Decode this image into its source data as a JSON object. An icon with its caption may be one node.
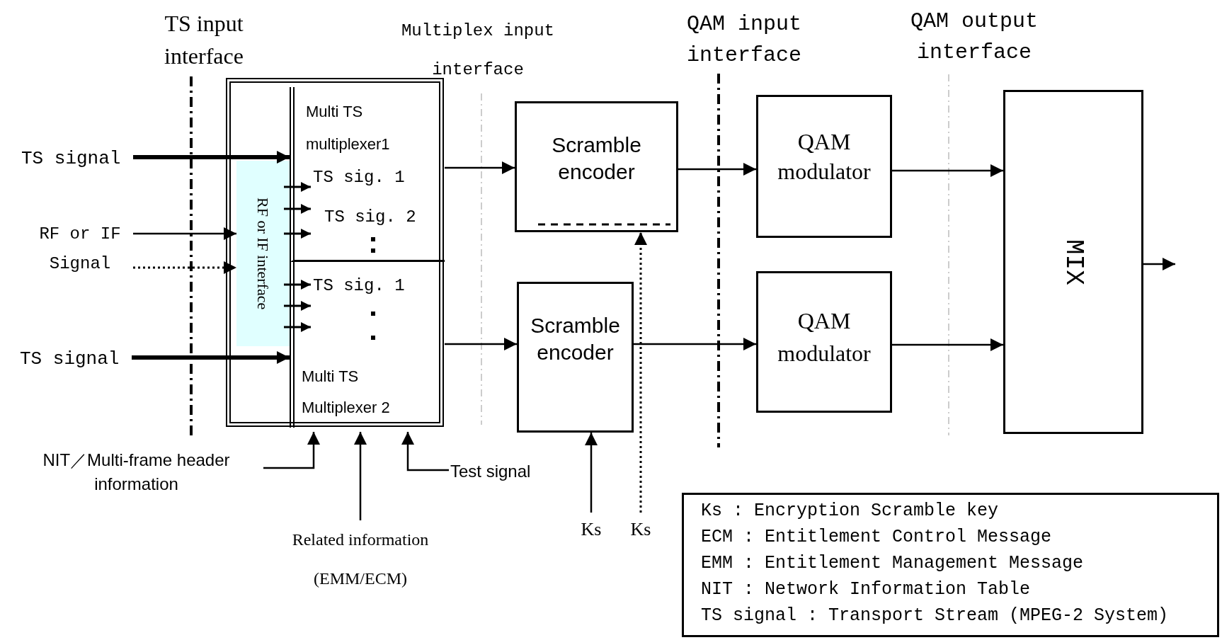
{
  "diagram": {
    "nodes": [
      {
        "text": [],
        "shape": "box"
      },
      {
        "text": [
          "RF or IF interface"
        ],
        "in": 0
      },
      {
        "text": [
          "Multi TS multiplexer1",
          "TS sig. 1",
          "TS sig. 2"
        ],
        "in": 0
      },
      {
        "text": [
          "TS sig. 1",
          "Multi TS Multiplexer 2"
        ],
        "in": 0
      },
      {
        "text": [
          "TS signal"
        ]
      },
      {
        "text": [
          "RF or IF Signal"
        ]
      },
      {
        "text": [
          "TS signal"
        ]
      },
      {
        "text": [
          "Scramble encoder"
        ]
      },
      {
        "text": [
          "Scramble encoder"
        ]
      },
      {
        "text": [
          "QAM modulator"
        ]
      },
      {
        "text": [
          "QAM modulator"
        ]
      },
      {
        "text": [
          "MIX"
        ]
      },
      {
        "text": [
          "NIT／Multi-frame header information"
        ]
      },
      {
        "text": [
          "Related information (EMM/ECM)"
        ]
      },
      {
        "text": [
          "Test signal"
        ]
      },
      {
        "text": [
          "Ks"
        ]
      },
      {
        "text": [
          "Ks"
        ]
      },
      {
        "text": [
          "Ks : Encryption Scramble key",
          "ECM : Entitlement Control Message",
          "EMM : Entitlement Management Message",
          "NIT : Network Information Table",
          "TS signal : Transport Stream (MPEG-2 System)"
        ]
      }
    ],
    "edges": [
      {
        "from": 4,
        "to": 2,
        "arrow": "to",
        "style": "thick"
      },
      {
        "from": 5,
        "to": 1,
        "arrow": "to"
      },
      {
        "from": 5,
        "to": 1,
        "arrow": "to",
        "style": "dashed"
      },
      {
        "from": 6,
        "to": 3,
        "arrow": "to",
        "style": "thick"
      },
      {
        "from": 1,
        "to": 2,
        "arrow": "to"
      },
      {
        "from": 1,
        "to": 2,
        "arrow": "to"
      },
      {
        "from": 1,
        "to": 2,
        "arrow": "to"
      },
      {
        "from": 1,
        "to": 3,
        "arrow": "to"
      },
      {
        "from": 1,
        "to": 3,
        "arrow": "to"
      },
      {
        "from": 1,
        "to": 3,
        "arrow": "to"
      },
      {
        "from": 2,
        "to": 7,
        "arrow": "to"
      },
      {
        "from": 3,
        "to": 8,
        "arrow": "to"
      },
      {
        "from": 7,
        "to": 9,
        "arrow": "to"
      },
      {
        "from": 8,
        "to": 10,
        "arrow": "to"
      },
      {
        "from": 9,
        "to": 11,
        "arrow": "to"
      },
      {
        "from": 10,
        "to": 11,
        "arrow": "to"
      },
      {
        "from": 11,
        "to": null,
        "arrow": "to"
      },
      {
        "from": 12,
        "to": 3,
        "arrow": "to"
      },
      {
        "from": 13,
        "to": 3,
        "arrow": "to"
      },
      {
        "from": 14,
        "to": 3,
        "arrow": "to"
      },
      {
        "from": 15,
        "to": 8,
        "arrow": "to"
      },
      {
        "from": 16,
        "to": 7,
        "arrow": "to",
        "style": "dashed"
      }
    ],
    "labels": [
      "TS input interface",
      "Multiplex input interface",
      "QAM input interface",
      "QAM output interface"
    ]
  }
}
